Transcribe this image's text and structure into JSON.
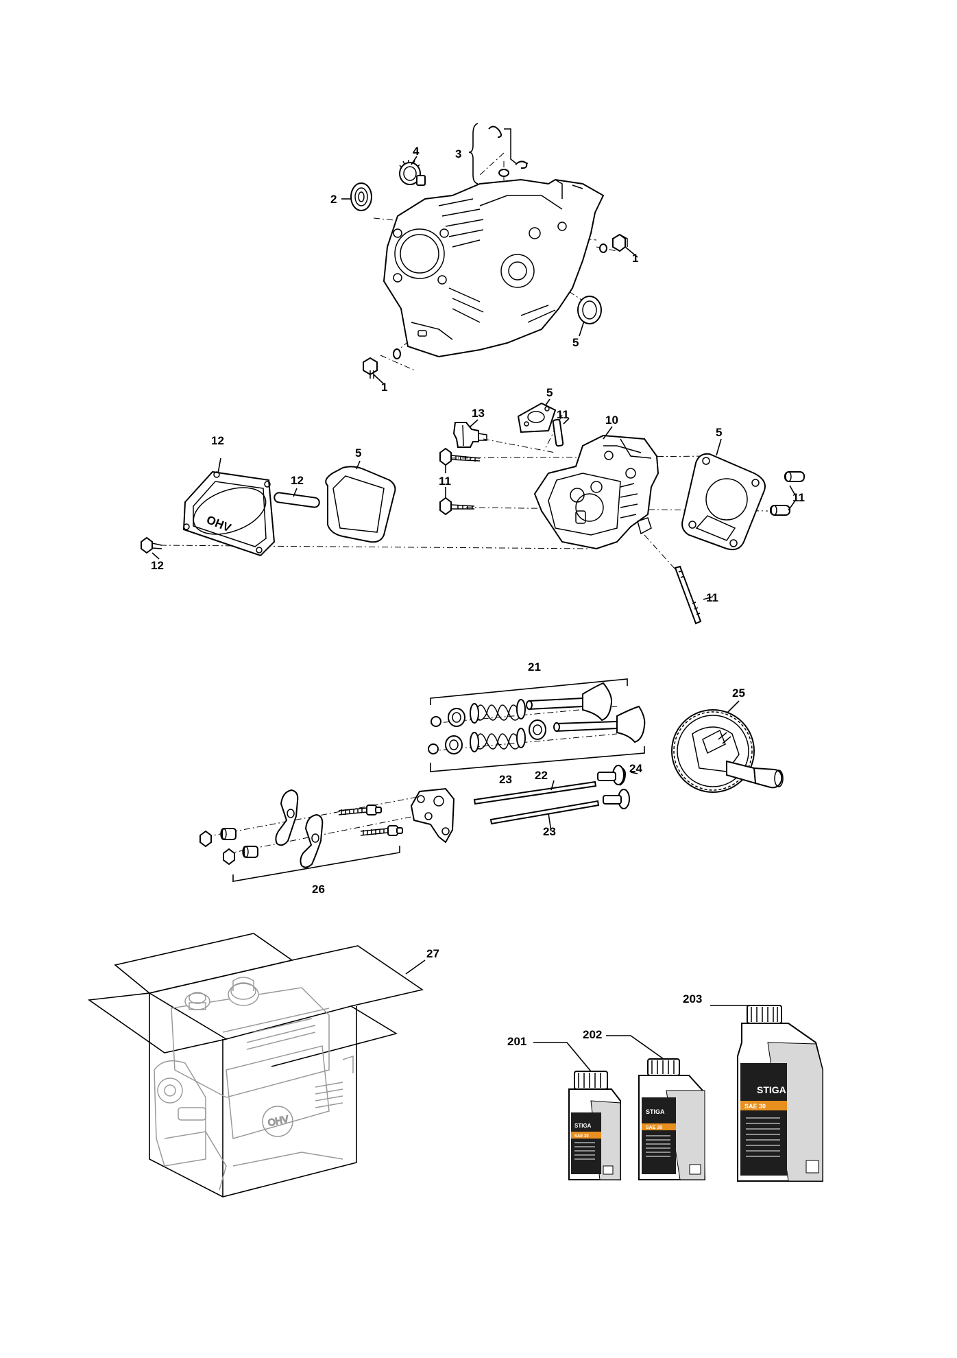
{
  "diagram": {
    "callouts": {
      "c1a": "1",
      "c1b": "1",
      "c2": "2",
      "c3": "3",
      "c4": "4",
      "c5a": "5",
      "c5b": "5",
      "c5c": "5",
      "c5d": "5",
      "c10": "10",
      "c11a": "11",
      "c11b": "11",
      "c11c": "11",
      "c11d": "11",
      "c12a": "12",
      "c12b": "12",
      "c12c": "12",
      "c13": "13",
      "c21": "21",
      "c22": "22",
      "c23a": "23",
      "c23b": "23",
      "c24": "24",
      "c25": "25",
      "c26": "26",
      "c27": "27",
      "c201": "201",
      "c202": "202",
      "c203": "203"
    },
    "engraved": {
      "ohv_cover": "OHV",
      "ohv_engine": "OHV"
    },
    "bottles": {
      "brand": "STIGA",
      "grade": "SAE 30"
    }
  }
}
